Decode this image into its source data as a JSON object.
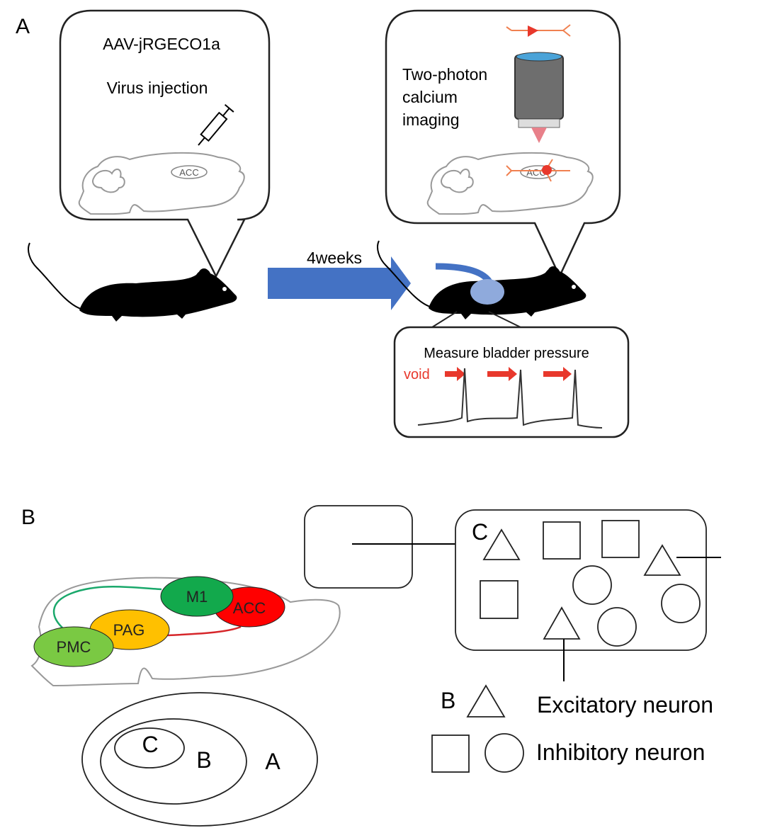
{
  "panel_a": {
    "label": "A",
    "injection": {
      "title": "AAV-jRGECO1a",
      "subtitle": "Virus injection",
      "region": "ACC"
    },
    "arrow_label": "4weeks",
    "imaging": {
      "line1": "Two-photon",
      "line2": "calcium",
      "line3": "imaging",
      "region": "ACC"
    },
    "bladder": {
      "title": "Measure bladder pressure",
      "void_label": "void"
    }
  },
  "panel_b": {
    "label": "B",
    "regions": {
      "m1": "M1",
      "acc": "ACC",
      "pag": "PAG",
      "pmc": "PMC"
    },
    "nested": {
      "outer": "A",
      "middle": "B",
      "inner": "C"
    },
    "circuit_label": "C",
    "legend": {
      "b_label": "B",
      "excitatory": "Excitatory neuron",
      "inhibitory": "Inhibitory neuron"
    }
  },
  "colors": {
    "arrow": "#4472c4",
    "bladder": "#8faadc",
    "red": "#e8382c",
    "m1": "#12a94c",
    "acc": "#ff0000",
    "pag": "#ffc000",
    "pmc": "#7ac943"
  }
}
